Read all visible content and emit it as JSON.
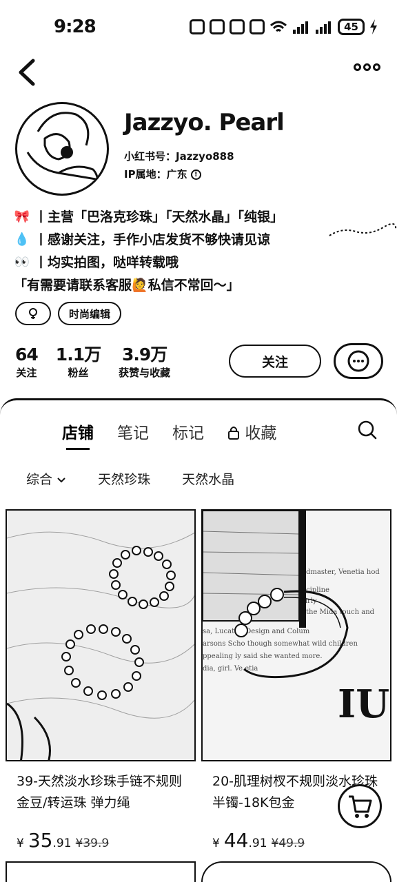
{
  "status": {
    "time": "9:28",
    "battery": "45"
  },
  "profile": {
    "name": "Jazzyo. Pearl",
    "red_id": "小红书号：Jazzyo888",
    "ip_location": "IP属地：广东"
  },
  "bio": [
    {
      "emoji": "🎀",
      "text": "丨主营「巴洛克珍珠」「天然水晶」「纯银」"
    },
    {
      "emoji": "💧",
      "text": "丨感谢关注，手作小店发货不够快请见谅"
    },
    {
      "emoji": "👀",
      "text": "丨均实拍图，哒咩转载哦"
    },
    {
      "emoji": "",
      "text": "「有需要请联系客服🙋私信不常回～」"
    }
  ],
  "tags": {
    "second": "时尚编辑"
  },
  "stats": [
    {
      "num": "64",
      "label": "关注"
    },
    {
      "num": "1.1万",
      "label": "粉丝"
    },
    {
      "num": "3.9万",
      "label": "获赞与收藏"
    }
  ],
  "follow_label": "关注",
  "tabs": [
    "店铺",
    "笔记",
    "标记",
    "收藏"
  ],
  "filters": {
    "first": "综合",
    "second": "天然珍珠",
    "third": "天然水晶"
  },
  "products": [
    {
      "title": "39-天然淡水珍珠手链不规则金豆/转运珠 弹力绳",
      "currency": "¥",
      "price_int": "35",
      "price_dec": ".91",
      "orig": "¥39.9"
    },
    {
      "title": "20-肌理树杈不规则淡水珍珠半镯-18K包金",
      "currency": "¥",
      "price_int": "44",
      "price_dec": ".91",
      "orig": "¥49.9"
    }
  ],
  "photo_text": {
    "word": "IUC"
  }
}
